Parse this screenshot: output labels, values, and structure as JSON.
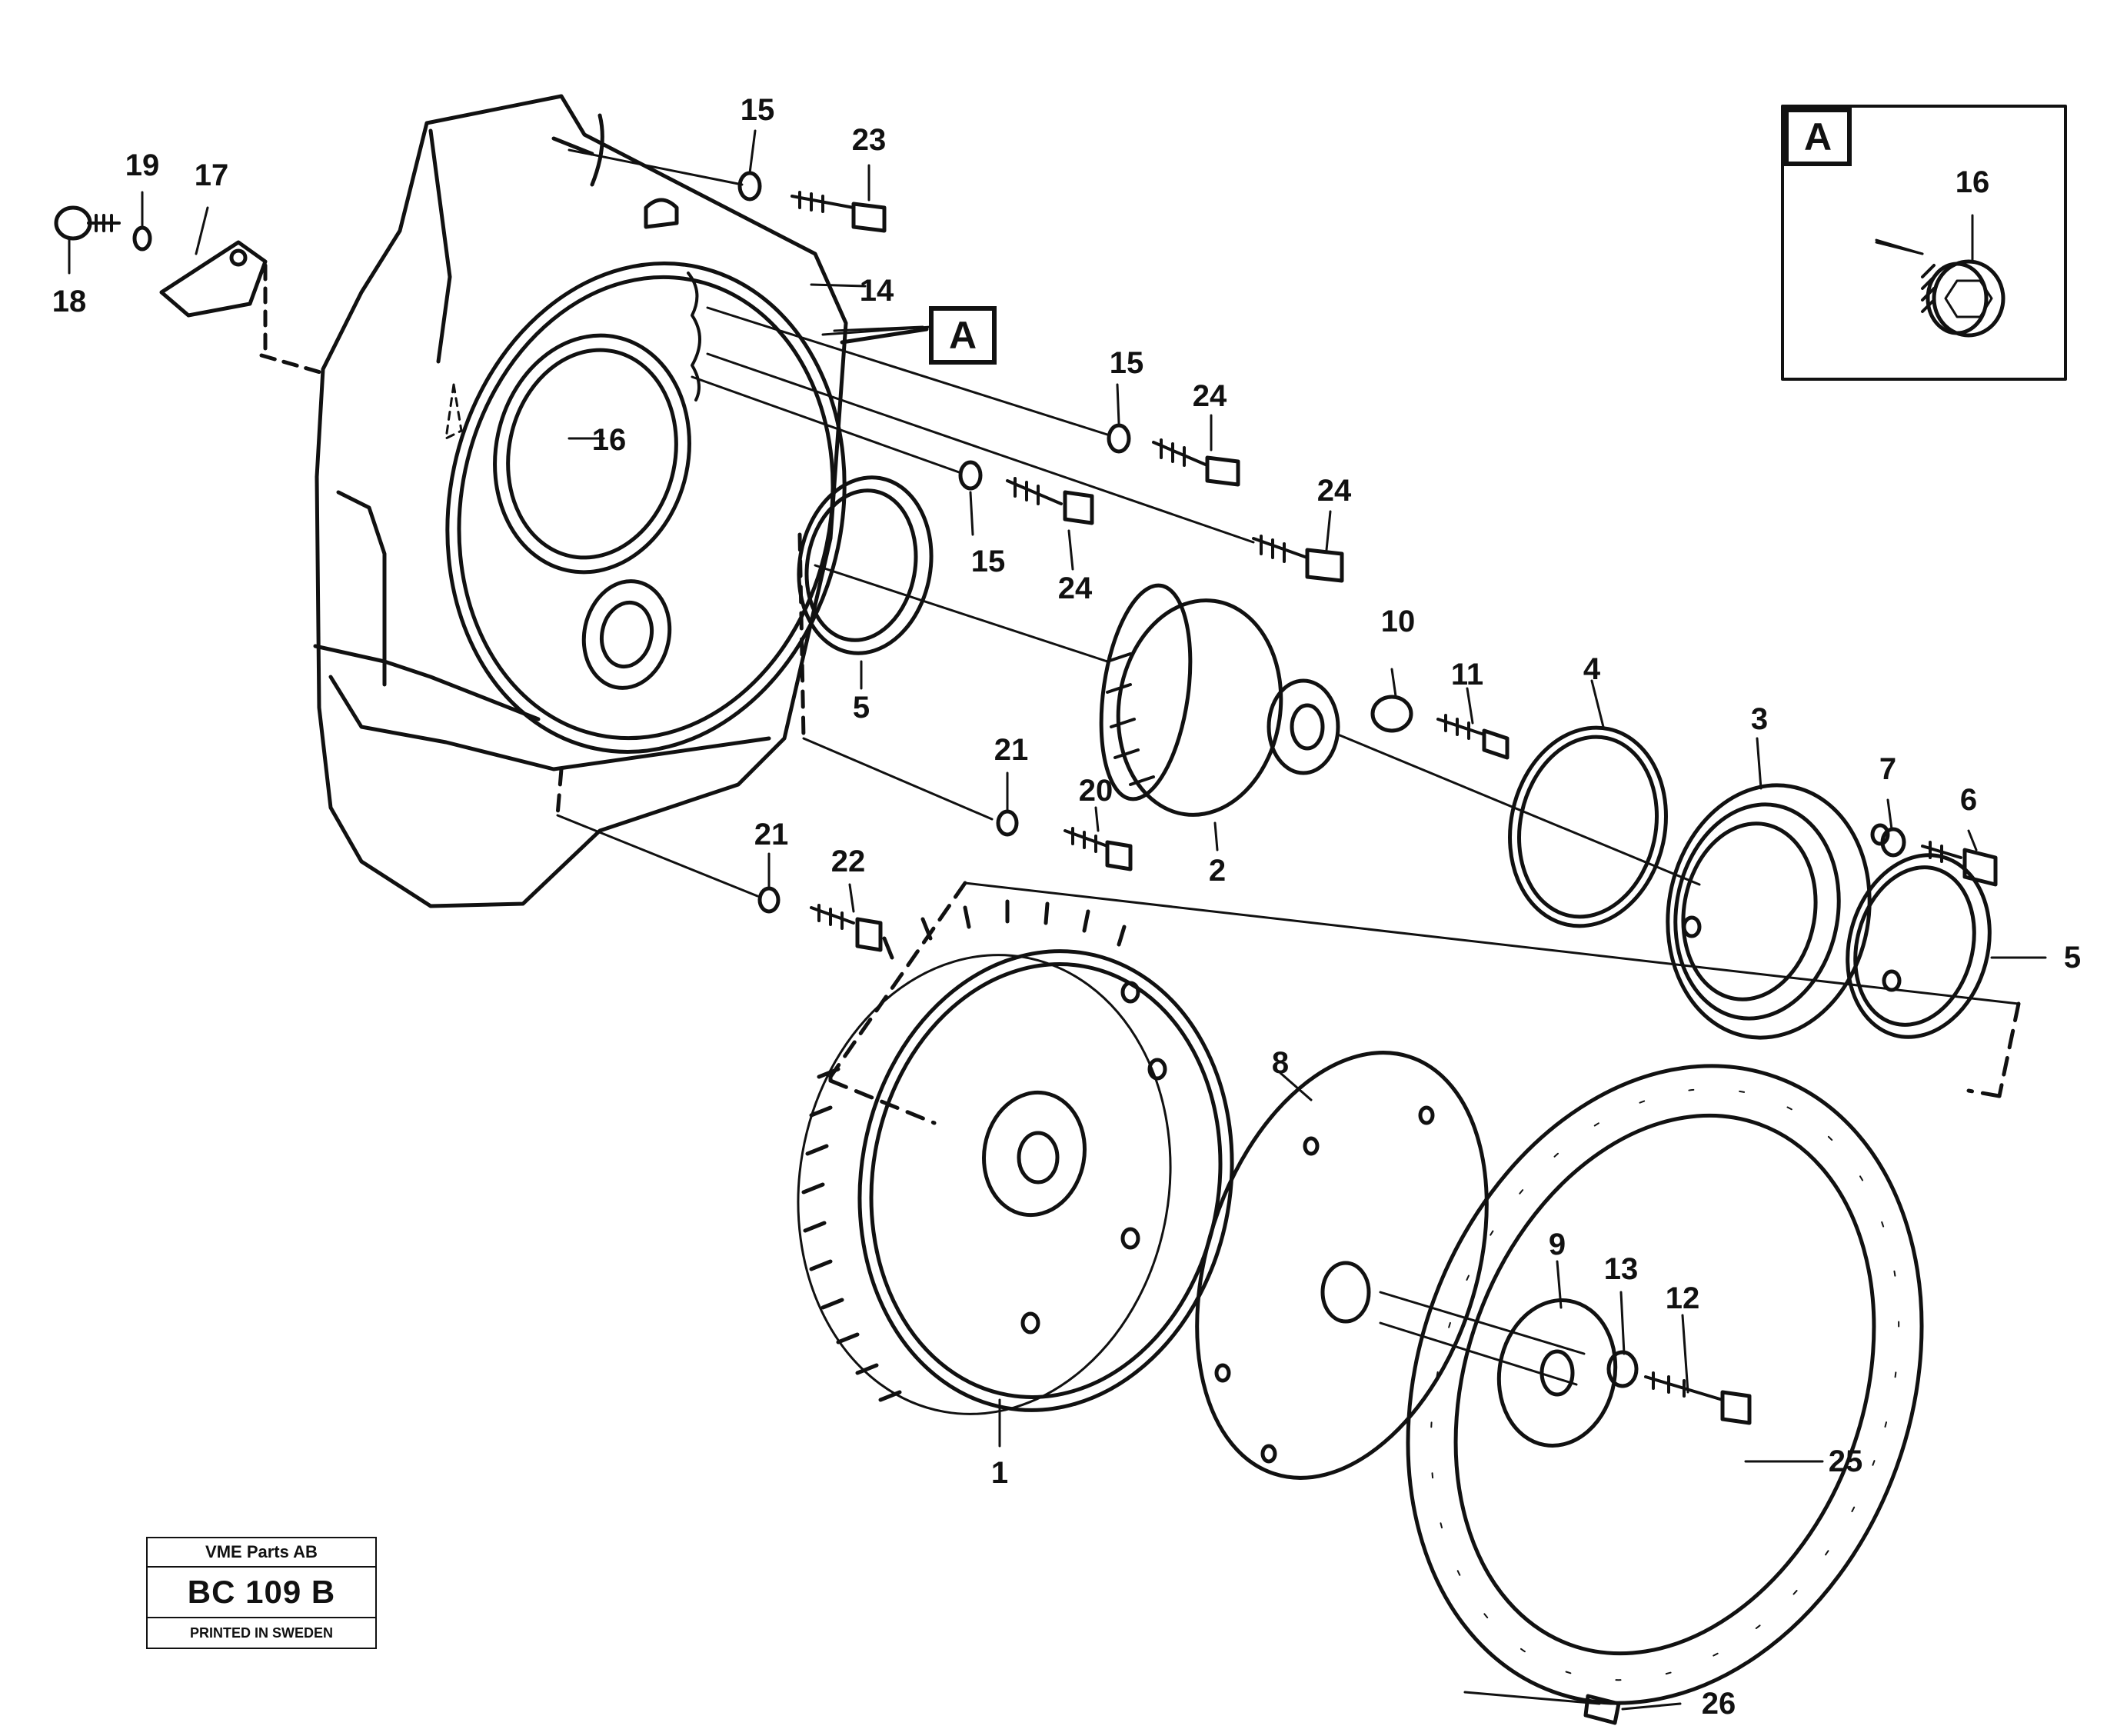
{
  "labels": {
    "l1": "1",
    "l2": "2",
    "l3": "3",
    "l4": "4",
    "l5a": "5",
    "l5b": "5",
    "l6": "6",
    "l7": "7",
    "l8": "8",
    "l9": "9",
    "l10": "10",
    "l11": "11",
    "l12": "12",
    "l13": "13",
    "l14": "14",
    "l15a": "15",
    "l15b": "15",
    "l15c": "15",
    "l16a": "16",
    "l16b": "16",
    "l17": "17",
    "l18": "18",
    "l19": "19",
    "l20": "20",
    "l21a": "21",
    "l21b": "21",
    "l22": "22",
    "l23": "23",
    "l24a": "24",
    "l24b": "24",
    "l24c": "24",
    "l25": "25",
    "l26": "26"
  },
  "detail": {
    "callout": "A",
    "box_label": "A"
  },
  "stamp": {
    "company": "VME Parts AB",
    "code": "BC 109 B",
    "printed": "PRINTED IN SWEDEN"
  }
}
